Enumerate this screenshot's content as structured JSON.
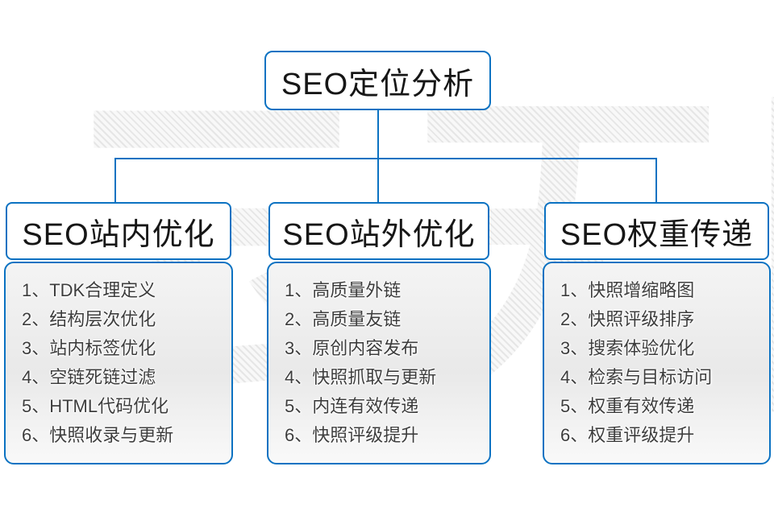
{
  "colors": {
    "line_blue": "#0b72c2",
    "header_text": "#161616",
    "item_text": "#3d3d3d",
    "panel_fill_top": "#f4f4f4",
    "panel_fill_bottom": "#f9f9f9"
  },
  "watermark": {
    "text": "云无限"
  },
  "root": {
    "label": "SEO定位分析"
  },
  "columns": [
    {
      "title": "SEO站内优化",
      "items": [
        "1、TDK合理定义",
        "2、结构层次优化",
        "3、站内标签优化",
        "4、空链死链过滤",
        "5、HTML代码优化",
        "6、快照收录与更新"
      ]
    },
    {
      "title": "SEO站外优化",
      "items": [
        "1、高质量外链",
        "2、高质量友链",
        "3、原创内容发布",
        "4、快照抓取与更新",
        "5、内连有效传递",
        "6、快照评级提升"
      ]
    },
    {
      "title": "SEO权重传递",
      "items": [
        "1、快照增缩略图",
        "2、快照评级排序",
        "3、搜索体验优化",
        "4、检索与目标访问",
        "5、权重有效传递",
        "6、权重评级提升"
      ]
    }
  ]
}
